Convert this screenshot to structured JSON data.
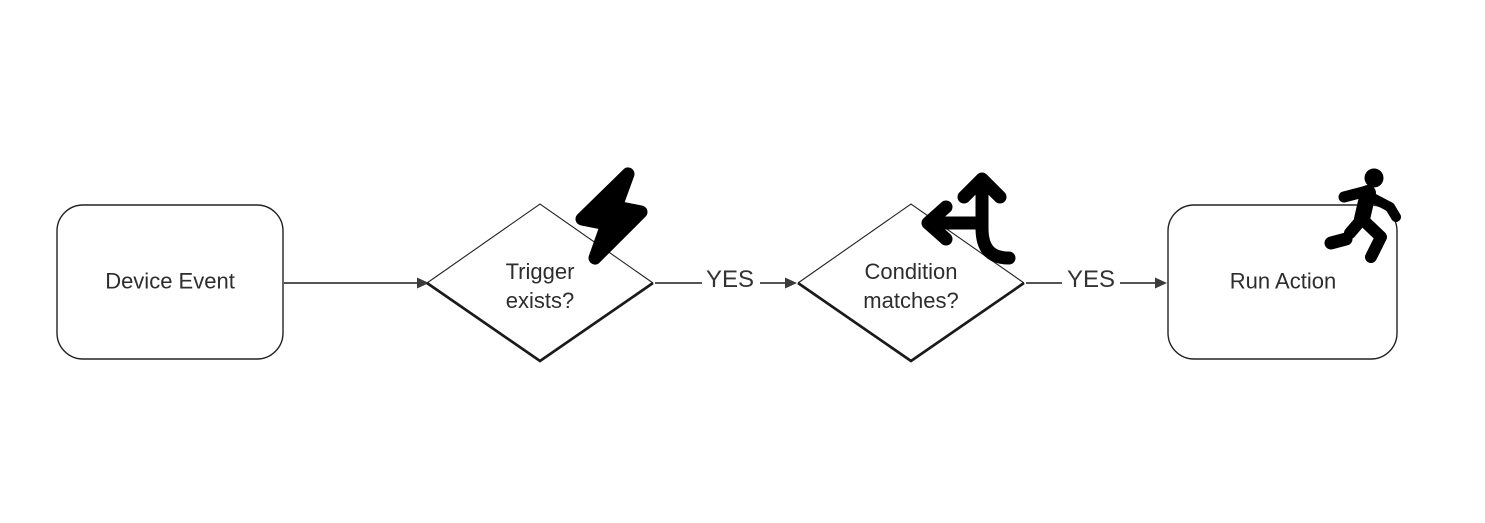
{
  "diagram": {
    "nodes": [
      {
        "id": "device-event",
        "shape": "rounded-rectangle",
        "label": "Device Event",
        "icon": null
      },
      {
        "id": "trigger-exists",
        "shape": "diamond",
        "label": "Trigger exists?",
        "icon": "lightning-bolt-icon"
      },
      {
        "id": "condition-matches",
        "shape": "diamond",
        "label": "Condition matches?",
        "icon": "directions-split-icon"
      },
      {
        "id": "run-action",
        "shape": "rounded-rectangle",
        "label": "Run Action",
        "icon": "person-running-icon"
      }
    ],
    "edges": [
      {
        "from": "device-event",
        "to": "trigger-exists",
        "label": ""
      },
      {
        "from": "trigger-exists",
        "to": "condition-matches",
        "label": "YES"
      },
      {
        "from": "condition-matches",
        "to": "run-action",
        "label": "YES"
      }
    ],
    "colors": {
      "background": "#ffffff",
      "shape_stroke": "#222222",
      "connector": "#3b3b3b",
      "text": "#2d2d2d",
      "icon": "#000000"
    }
  }
}
